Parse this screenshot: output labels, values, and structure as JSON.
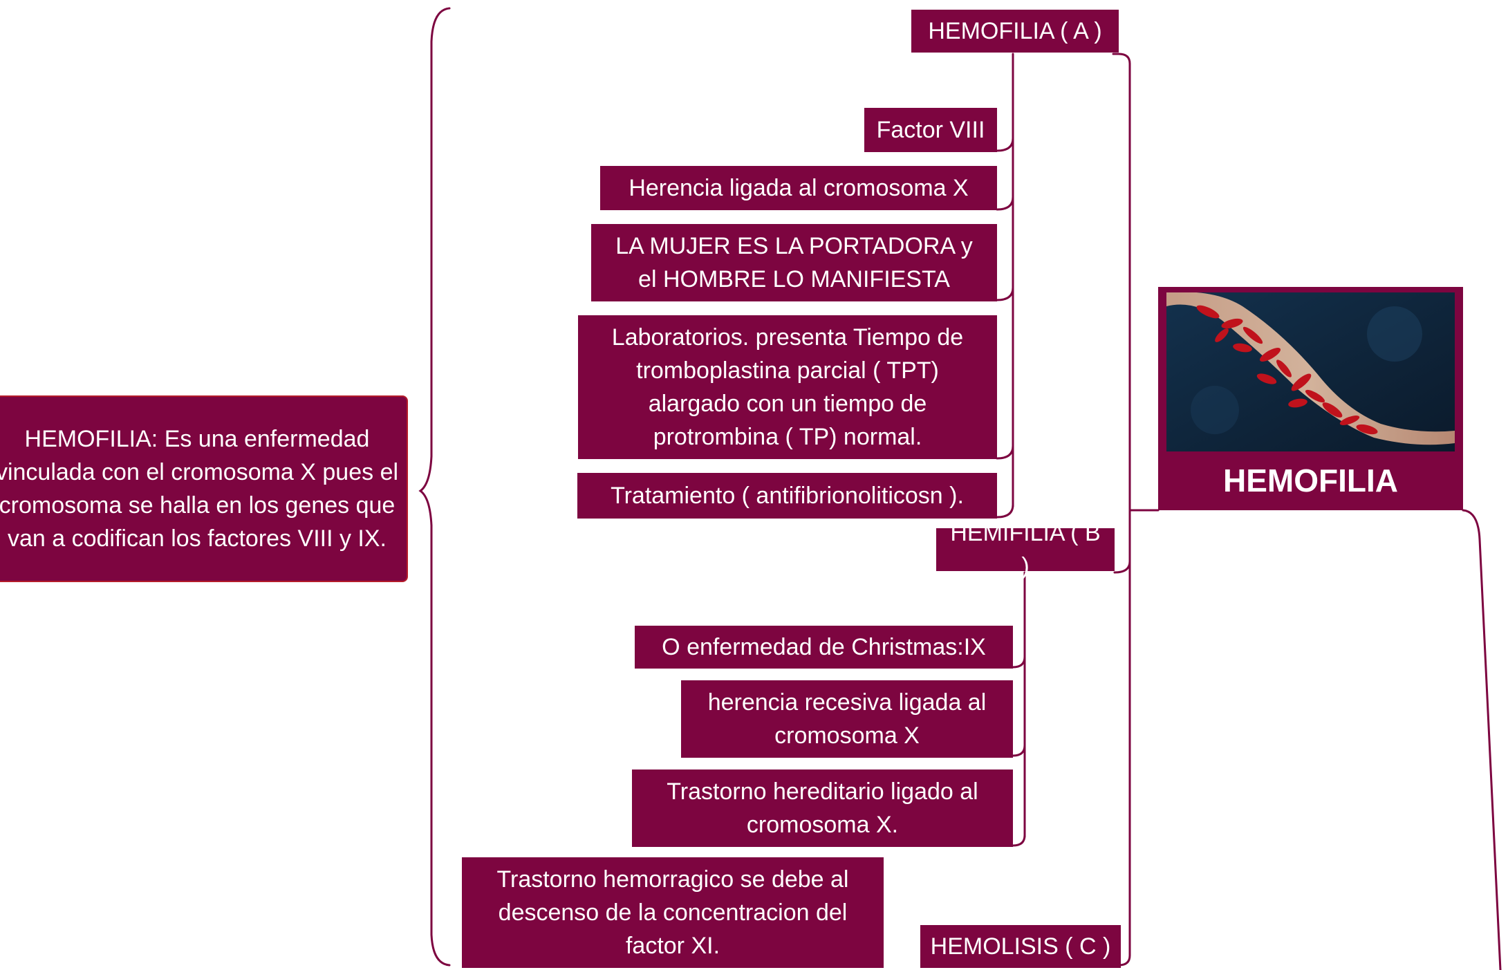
{
  "central": {
    "title": "HEMOFILIA",
    "image": "blood-vessel-red-cells-image"
  },
  "definition": "HEMOFILIA: Es una enfermedad vinculada con el cromosoma X pues el cromosoma se halla en los genes que van a codifican los factores VIII y IX.",
  "branches": [
    {
      "label": "HEMOFILIA  ( A )",
      "items": [
        "Factor VIII",
        "Herencia ligada al cromosoma X",
        "LA MUJER ES LA PORTADORA y el HOMBRE LO MANIFIESTA",
        "Laboratorios. presenta Tiempo de tromboplastina parcial ( TPT) alargado con un tiempo de protrombina ( TP) normal.",
        "Tratamiento ( antifibrionoliticosn )."
      ]
    },
    {
      "label": "HEMIFILIA ( B )",
      "items": [
        "O enfermedad de Christmas:IX",
        "herencia recesiva ligada al cromosoma X",
        "Trastorno hereditario ligado al cromosoma X."
      ]
    },
    {
      "label": "HEMOLISIS ( C )",
      "items": [
        "Trastorno hemorragico se debe al descenso de la concentracion del factor XI."
      ]
    }
  ],
  "colors": {
    "node": "#7d0540",
    "line": "#7d0540",
    "note_border": "#b51b2a"
  }
}
